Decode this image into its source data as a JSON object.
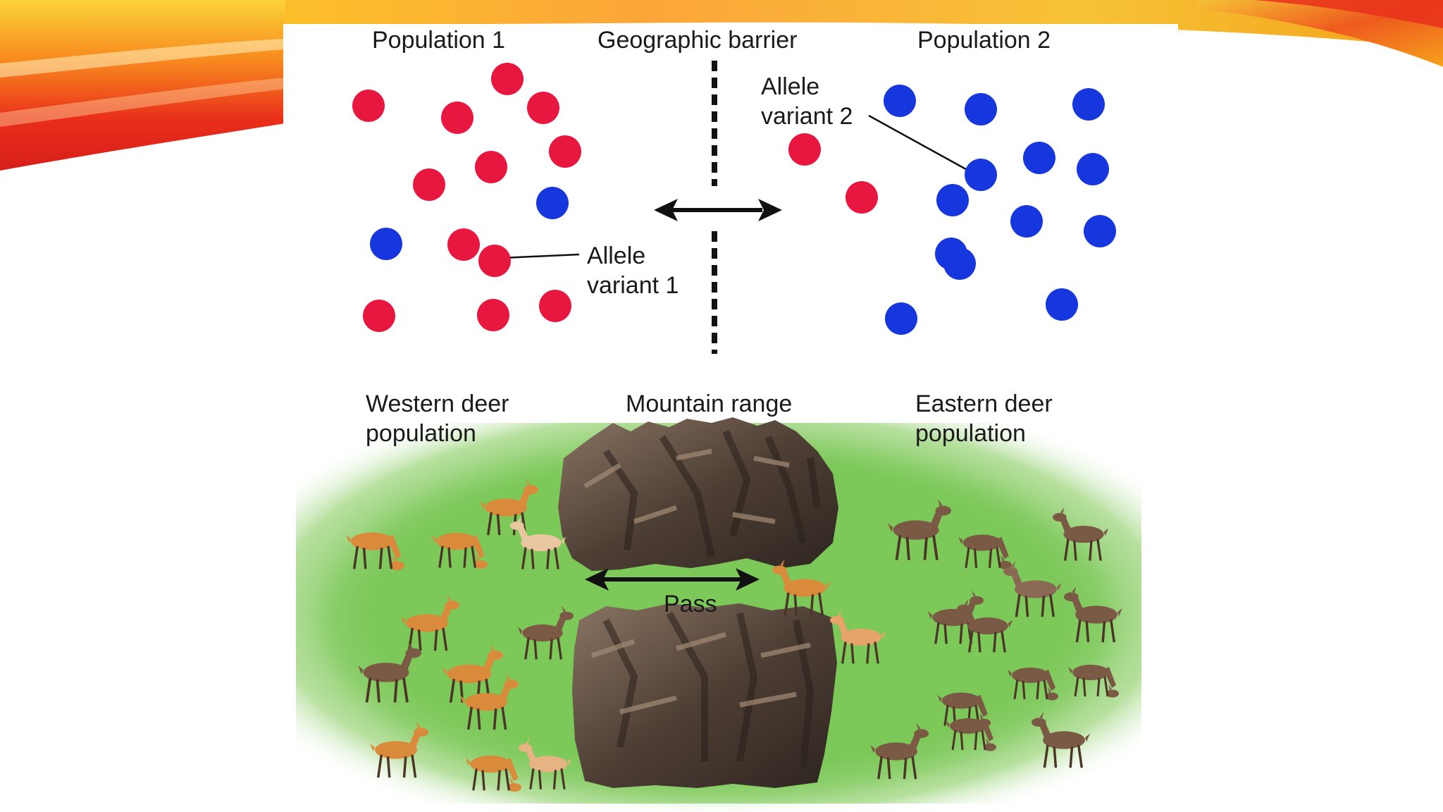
{
  "labels": {
    "population_1": "Population 1",
    "geographic_barrier": "Geographic barrier",
    "population_2": "Population 2",
    "allele_variant_2": "Allele\nvariant 2",
    "allele_variant_1": "Allele\nvariant 1",
    "western_deer": "Western deer\npopulation",
    "mountain_range": "Mountain range",
    "eastern_deer": "Eastern deer\npopulation",
    "pass": "Pass"
  },
  "colors": {
    "allele_1": "#e8173f",
    "allele_2": "#1537dd",
    "meadow": "#7cc859",
    "mountain": "#5b4a3e",
    "deer_tan": "#d98a3a",
    "deer_brown": "#7a5a45",
    "banner_red": "#e8301c",
    "banner_orange": "#f58a1f",
    "banner_yellow": "#fbd21e"
  },
  "population_1_alleles": [
    "allele_1",
    "allele_1",
    "allele_1",
    "allele_1",
    "allele_1",
    "allele_1",
    "allele_1",
    "allele_2",
    "allele_2",
    "allele_1",
    "allele_1",
    "allele_1",
    "allele_1",
    "allele_1"
  ],
  "migrant_alleles": [
    "allele_1",
    "allele_1"
  ],
  "population_2_alleles": [
    "allele_2",
    "allele_2",
    "allele_2",
    "allele_2",
    "allele_2",
    "allele_2",
    "allele_2",
    "allele_2",
    "allele_2",
    "allele_2",
    "allele_2",
    "allele_2",
    "allele_2"
  ],
  "icons": {
    "barrier_arrow": "double-arrow-icon",
    "pass_arrow": "double-arrow-icon"
  }
}
